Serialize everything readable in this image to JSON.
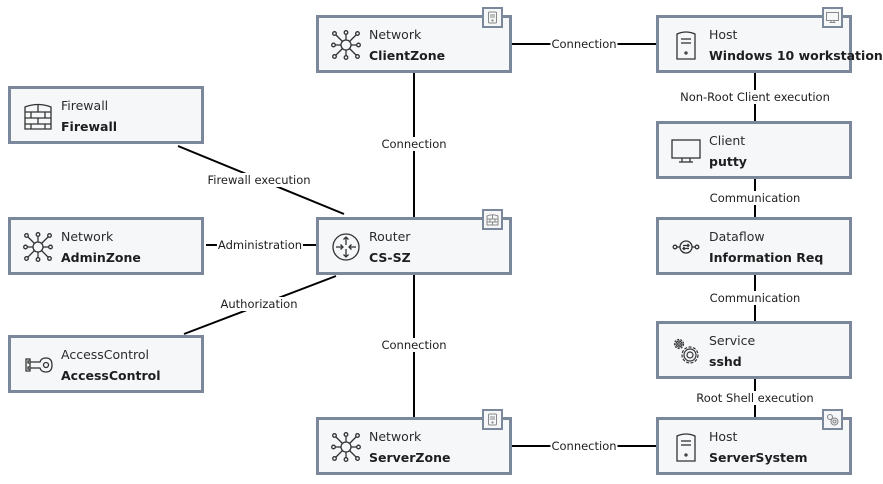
{
  "nodes": {
    "firewall": {
      "type": "Firewall",
      "name": "Firewall",
      "icon": "firewall-icon"
    },
    "clientzone": {
      "type": "Network",
      "name": "ClientZone",
      "icon": "network-icon",
      "badge": "host-badge-icon"
    },
    "host_win": {
      "type": "Host",
      "name": "Windows 10 workstation",
      "icon": "host-icon",
      "badge": "monitor-badge-icon"
    },
    "adminzone": {
      "type": "Network",
      "name": "AdminZone",
      "icon": "network-icon"
    },
    "router": {
      "type": "Router",
      "name": "CS-SZ",
      "icon": "router-icon",
      "badge": "firewall-badge-icon"
    },
    "client": {
      "type": "Client",
      "name": "putty",
      "icon": "monitor-icon"
    },
    "dataflow": {
      "type": "Dataflow",
      "name": "Information Req",
      "icon": "dataflow-icon"
    },
    "accesscontrol": {
      "type": "AccessControl",
      "name": "AccessControl",
      "icon": "key-icon"
    },
    "service": {
      "type": "Service",
      "name": "sshd",
      "icon": "gears-icon"
    },
    "serverzone": {
      "type": "Network",
      "name": "ServerZone",
      "icon": "network-icon",
      "badge": "host-badge-icon"
    },
    "host_server": {
      "type": "Host",
      "name": "ServerSystem",
      "icon": "host-icon",
      "badge": "gears-badge-icon"
    }
  },
  "edges": [
    {
      "from": "clientzone",
      "to": "host_win",
      "label": "Connection"
    },
    {
      "from": "clientzone",
      "to": "router",
      "label": "Connection"
    },
    {
      "from": "firewall",
      "to": "router",
      "label": "Firewall execution"
    },
    {
      "from": "adminzone",
      "to": "router",
      "label": "Administration"
    },
    {
      "from": "accesscontrol",
      "to": "router",
      "label": "Authorization"
    },
    {
      "from": "router",
      "to": "serverzone",
      "label": "Connection"
    },
    {
      "from": "serverzone",
      "to": "host_server",
      "label": "Connection"
    },
    {
      "from": "host_win",
      "to": "client",
      "label": "Non-Root Client execution"
    },
    {
      "from": "client",
      "to": "dataflow",
      "label": "Communication"
    },
    {
      "from": "dataflow",
      "to": "service",
      "label": "Communication"
    },
    {
      "from": "service",
      "to": "host_server",
      "label": "Root Shell execution"
    }
  ],
  "colors": {
    "node_border": "#7b879b",
    "node_fill": "#f6f7f9",
    "edge": "#000000"
  }
}
